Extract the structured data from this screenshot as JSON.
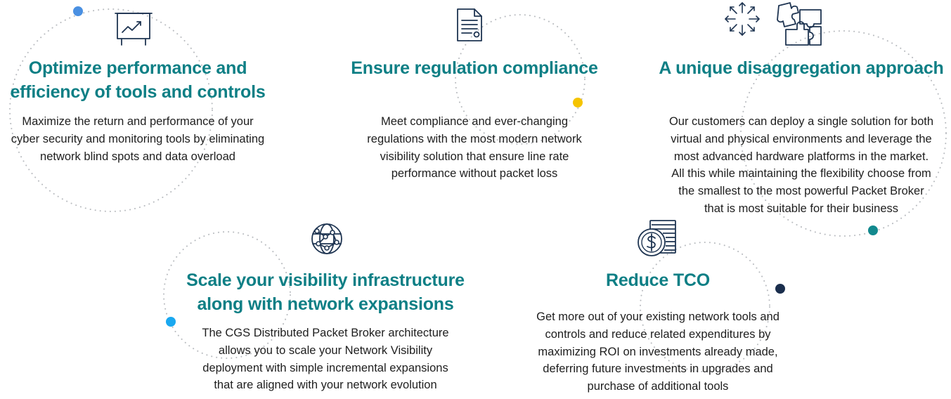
{
  "features": [
    {
      "icon": "presentation-chart-icon",
      "title": [
        "Optimize performance and",
        "efficiency of tools and controls"
      ],
      "body": [
        "Maximize the return and performance of your",
        "cyber security and monitoring tools by eliminating",
        "network blind spots and data overload"
      ]
    },
    {
      "icon": "document-icon",
      "title": [
        "Ensure regulation compliance"
      ],
      "body": [
        "Meet compliance and ever-changing",
        "regulations with the most modern network",
        "visibility solution that ensure line rate",
        "performance without packet loss"
      ]
    },
    {
      "icon": "puzzle-arrows-icon",
      "title": [
        "A unique disaggregation approach"
      ],
      "body": [
        "Our customers can deploy a single solution for both",
        "virtual and physical environments and leverage the",
        "most advanced hardware platforms in the market.",
        "All this while maintaining the flexibility choose from",
        "the smallest to the most powerful Packet Broker",
        "that is most suitable for their business"
      ]
    },
    {
      "icon": "network-globe-icon",
      "title": [
        "Scale your visibility infrastructure",
        "along with network expansions"
      ],
      "body": [
        "The CGS Distributed Packet Broker architecture",
        "allows you to scale your Network Visibility",
        "deployment with simple incremental expansions",
        "that are aligned with your network evolution"
      ]
    },
    {
      "icon": "dollar-coins-icon",
      "title": [
        "Reduce TCO"
      ],
      "body": [
        "Get more out of your existing network tools and",
        "controls and reduce related expenditures by",
        "maximizing ROI on investments already made,",
        "deferring future investments in upgrades and",
        "purchase of additional tools"
      ]
    }
  ],
  "colors": {
    "title": "#0e7f85",
    "body_text": "#1e1e1e",
    "icon_stroke": "#1f3552",
    "dotted_circle": "#b9bcc0",
    "dot_blue": "#4a90e2",
    "dot_yellow": "#f5c400",
    "dot_teal": "#12898e",
    "dot_light_blue": "#1aa8f0",
    "dot_navy": "#1a2e4d"
  }
}
